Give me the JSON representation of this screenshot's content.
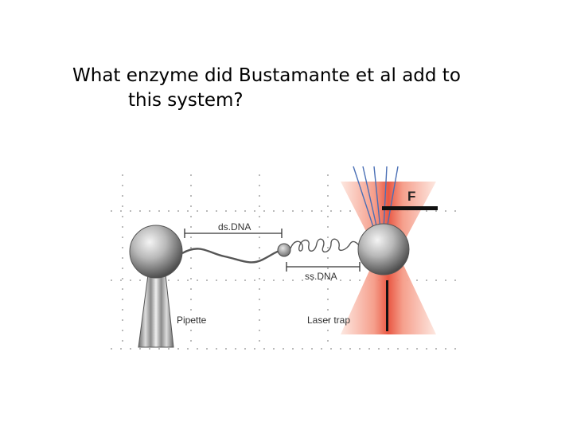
{
  "question": {
    "line1": "What enzyme did Bustamante et al add to",
    "line2": "this system?"
  },
  "figure": {
    "labels": {
      "ds_dna": "ds.DNA",
      "ss_dna": "ss.DNA",
      "force": "F",
      "pipette": "Pipette",
      "laser_trap": "Laser trap"
    },
    "colors": {
      "laser_inner": "#e8503a",
      "laser_outer": "#fbe0d8",
      "bead_light": "#f2f2f2",
      "bead_dark": "#4a4a4a",
      "beam_lines": "#4a6fb5",
      "dots": "#8a8a8a"
    }
  }
}
